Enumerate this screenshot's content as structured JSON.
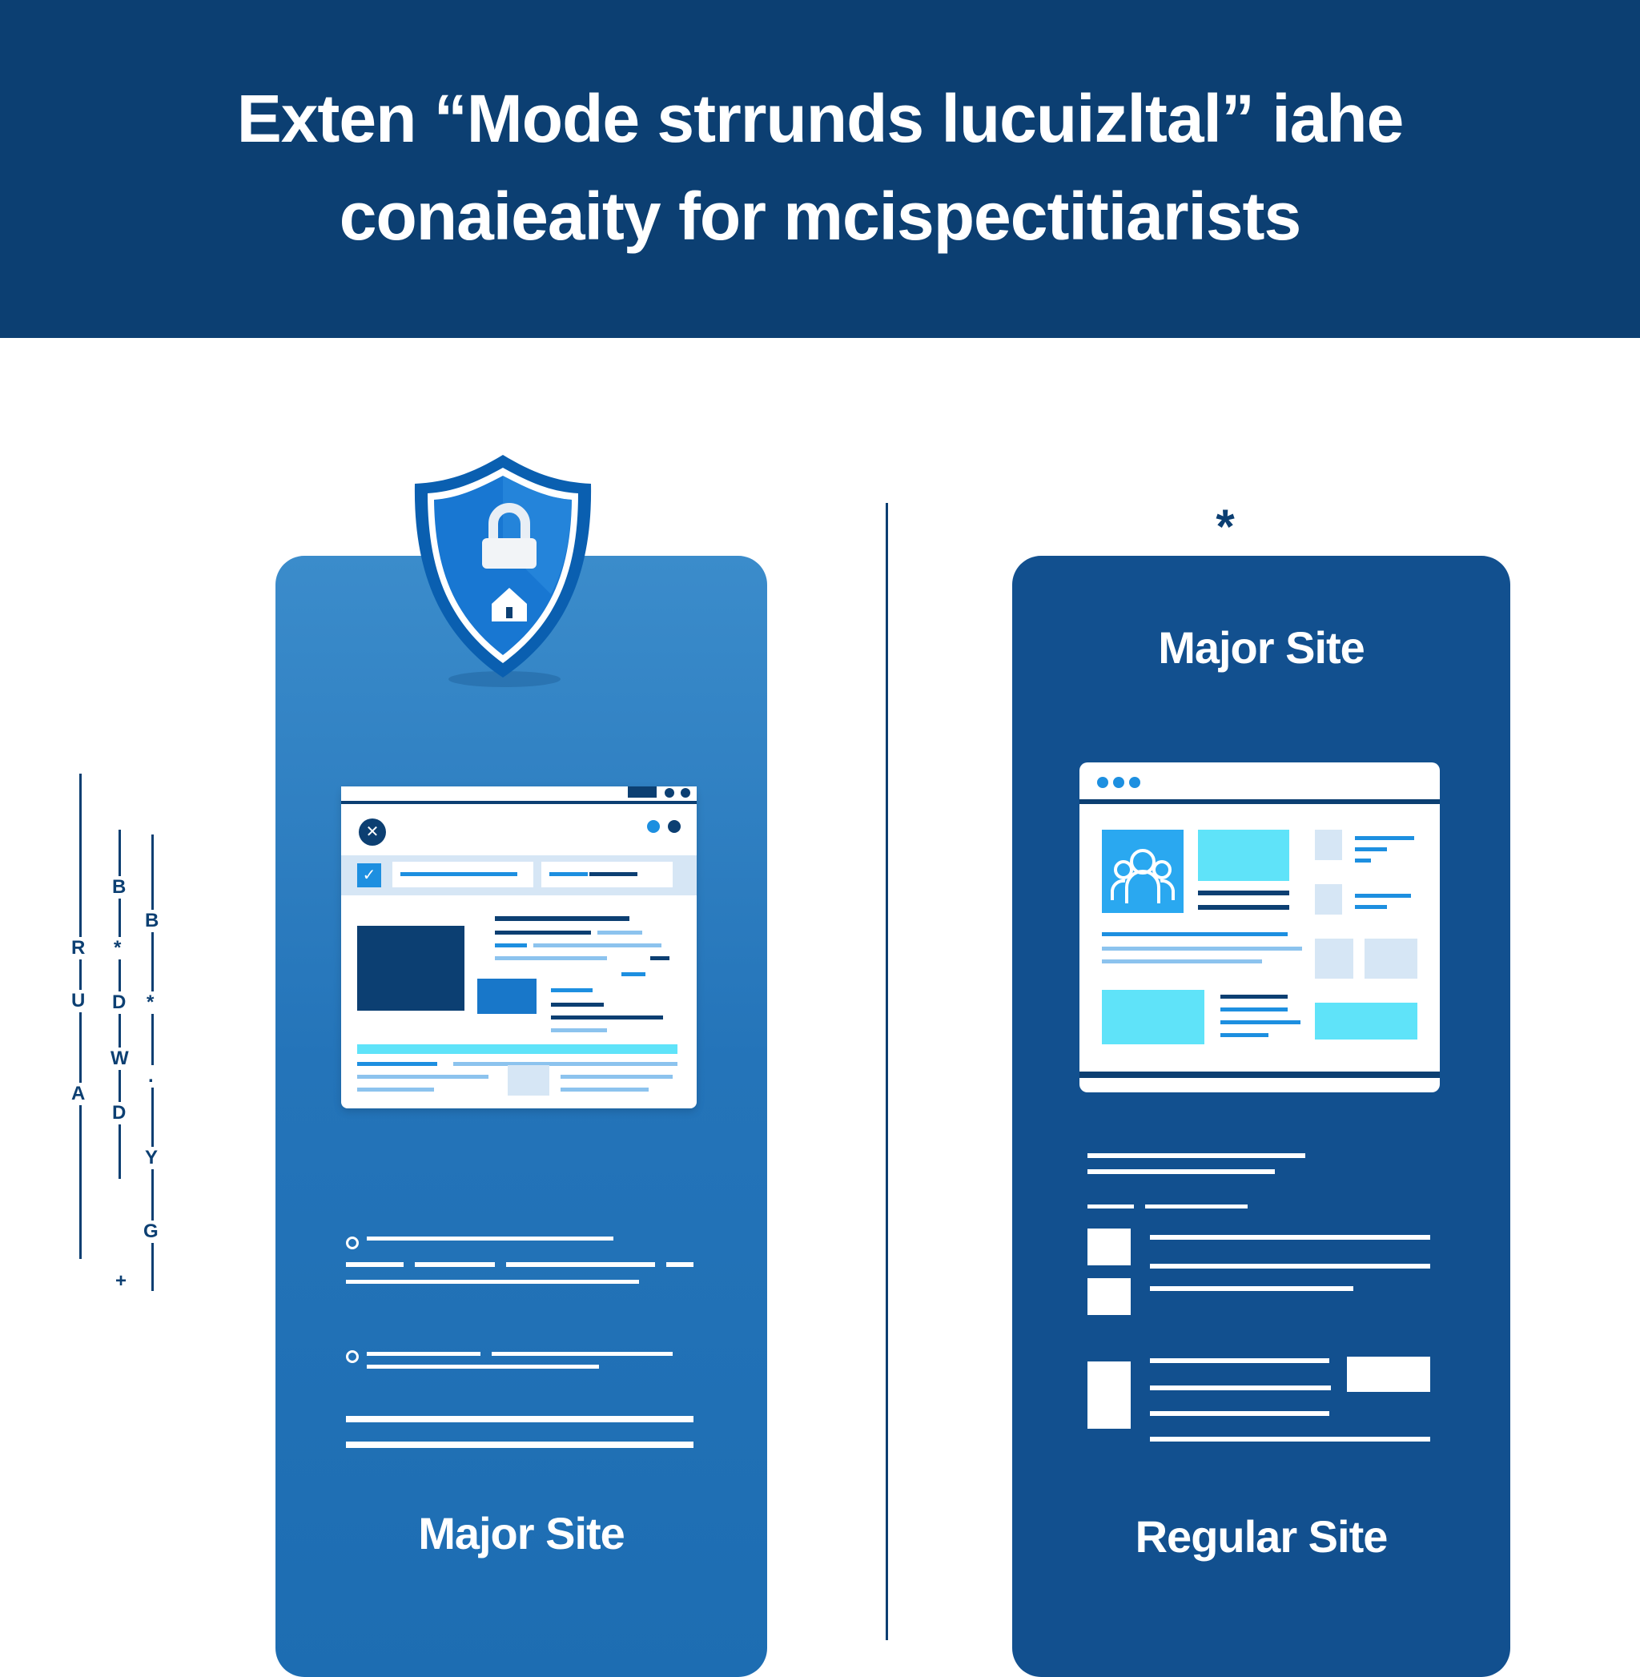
{
  "header": {
    "line1": {
      "p1": "Exten ",
      "p2": "“Mode",
      "p3": " strrunds ",
      "p4": "lucuizltal”",
      "p5": " iahe"
    },
    "line2": {
      "p1": "conaieaity",
      "p2": " for mci",
      "p3": "spectitiarists"
    }
  },
  "left_panel": {
    "bottom_label": "Major Site",
    "badge_icon": "shield-lock-icon"
  },
  "right_panel": {
    "top_label": "Major Site",
    "bottom_label": "Regular Site",
    "top_symbol": "*"
  },
  "side_rulers": {
    "letters_a": [
      "R",
      "U",
      "A"
    ],
    "letters_b": [
      "B",
      "*",
      "D",
      "W",
      "D",
      "+"
    ],
    "letters_c": [
      "B",
      "*",
      ".",
      "Y",
      "G"
    ]
  },
  "colors": {
    "navy": "#0c3f72",
    "left_panel": "#2474b9",
    "right_panel": "#12508f",
    "cyan": "#5fe3f9",
    "light_blue": "#8cc3ee"
  }
}
